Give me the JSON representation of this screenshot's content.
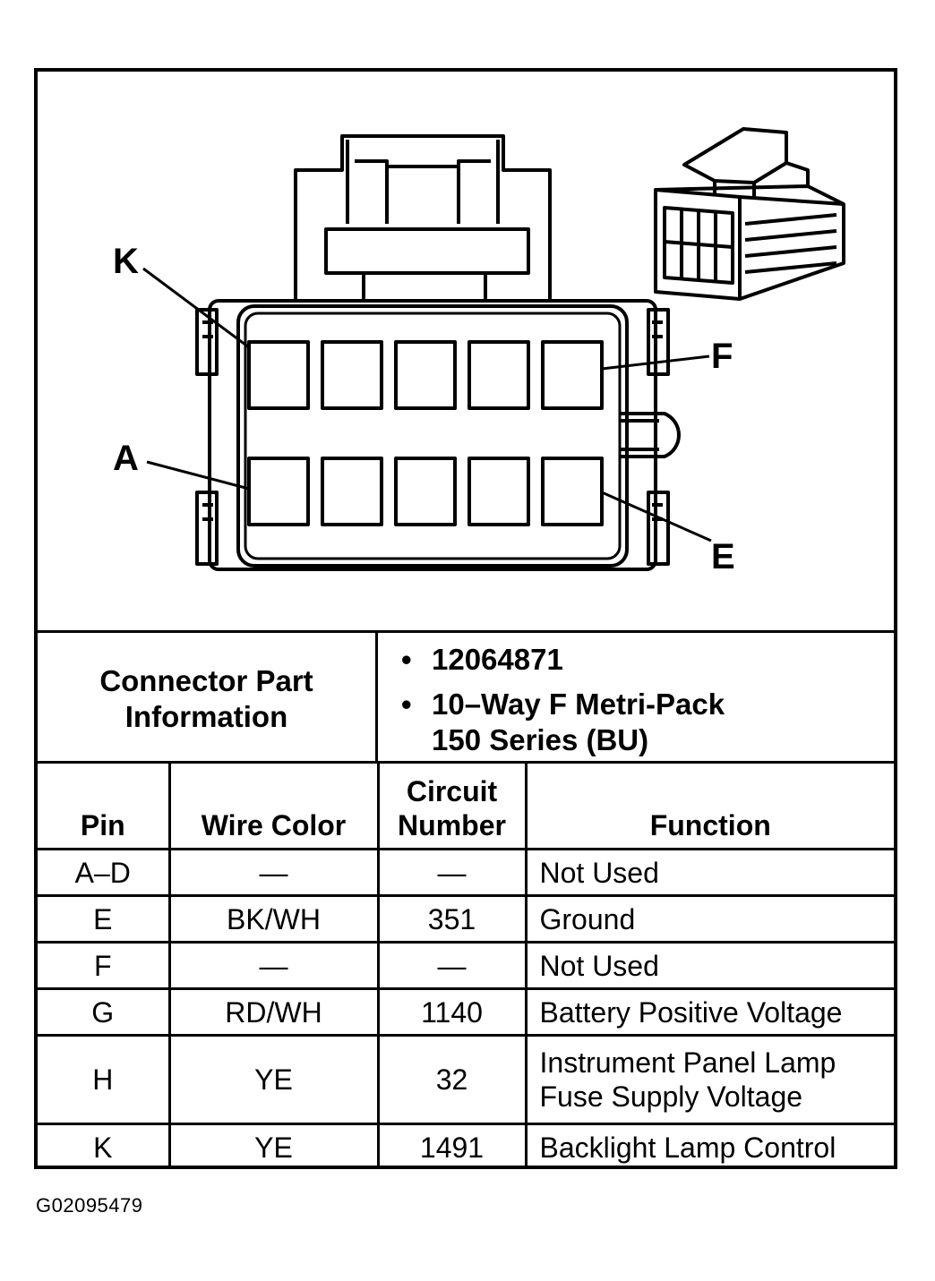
{
  "pin_labels": {
    "k": "K",
    "a": "A",
    "f": "F",
    "e": "E"
  },
  "connector_info": {
    "label": "Connector Part\nInformation",
    "items": [
      "12064871",
      "10–Way F Metri-Pack\n150 Series (BU)"
    ]
  },
  "table": {
    "headers": {
      "pin": "Pin",
      "wire_color": "Wire Color",
      "circuit_number": "Circuit\nNumber",
      "function": "Function"
    },
    "rows": [
      {
        "pin": "A–D",
        "wire_color": "—",
        "circuit": "—",
        "function": "Not Used"
      },
      {
        "pin": "E",
        "wire_color": "BK/WH",
        "circuit": "351",
        "function": "Ground"
      },
      {
        "pin": "F",
        "wire_color": "—",
        "circuit": "—",
        "function": "Not Used"
      },
      {
        "pin": "G",
        "wire_color": "RD/WH",
        "circuit": "1140",
        "function": "Battery Positive Voltage"
      },
      {
        "pin": "H",
        "wire_color": "YE",
        "circuit": "32",
        "function": "Instrument Panel Lamp\nFuse Supply Voltage"
      },
      {
        "pin": "K",
        "wire_color": "YE",
        "circuit": "1491",
        "function": "Backlight Lamp Control"
      }
    ]
  },
  "figure_id": "G02095479"
}
